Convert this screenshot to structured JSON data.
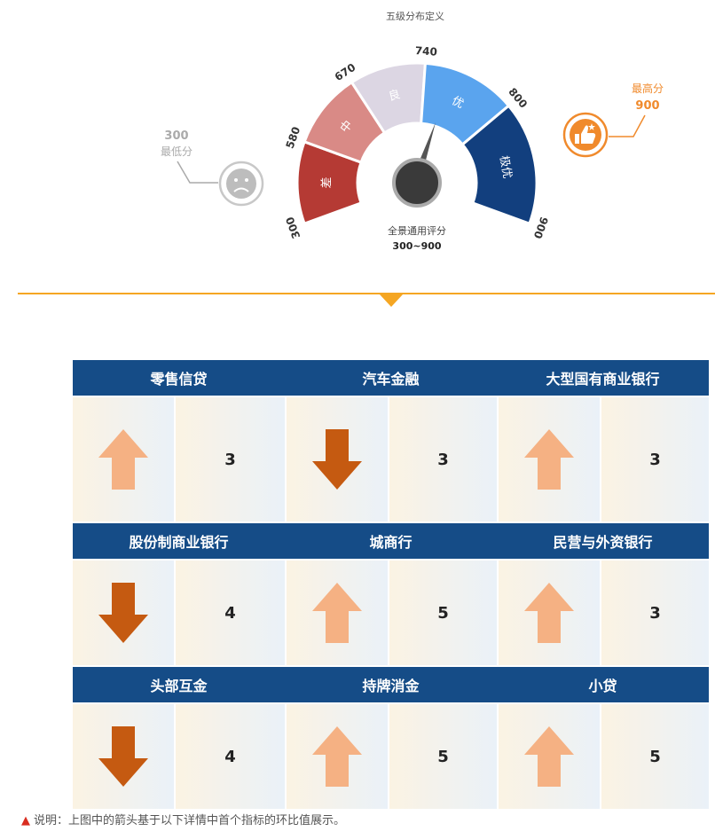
{
  "gauge": {
    "title": "五级分布定义",
    "bands": [
      {
        "label": "差",
        "from": 300,
        "to": 580,
        "color": "#b53a34"
      },
      {
        "label": "中",
        "from": 580,
        "to": 670,
        "color": "#d98a86"
      },
      {
        "label": "良",
        "from": 670,
        "to": 740,
        "color": "#dcd6e3"
      },
      {
        "label": "优",
        "from": 740,
        "to": 800,
        "color": "#5aa4ee"
      },
      {
        "label": "极优",
        "from": 800,
        "to": 900,
        "color": "#123f7e"
      }
    ],
    "ticks": [
      "300",
      "580",
      "670",
      "740",
      "800",
      "900"
    ],
    "center_label": "全景通用评分",
    "center_range": "300~900",
    "min_value": "300",
    "min_label": "最低分",
    "max_label": "最高分",
    "max_value": "900"
  },
  "colors": {
    "divider": "#f5a623",
    "header_bg": "#154c87",
    "arrow_up": "#f5b183",
    "arrow_down": "#c55a11",
    "max_accent": "#f08a2c"
  },
  "rows": [
    [
      {
        "title": "零售信贷",
        "direction": "up",
        "value": "3"
      },
      {
        "title": "汽车金融",
        "direction": "down",
        "value": "3"
      },
      {
        "title": "大型国有商业银行",
        "direction": "up",
        "value": "3"
      }
    ],
    [
      {
        "title": "股份制商业银行",
        "direction": "down",
        "value": "4"
      },
      {
        "title": "城商行",
        "direction": "up",
        "value": "5"
      },
      {
        "title": "民营与外资银行",
        "direction": "up",
        "value": "3"
      }
    ],
    [
      {
        "title": "头部互金",
        "direction": "down",
        "value": "4"
      },
      {
        "title": "持牌消金",
        "direction": "up",
        "value": "5"
      },
      {
        "title": "小贷",
        "direction": "up",
        "value": "5"
      }
    ]
  ],
  "note": {
    "marker": "▲",
    "text": "说明：上图中的箭头基于以下详情中首个指标的环比值展示。"
  }
}
